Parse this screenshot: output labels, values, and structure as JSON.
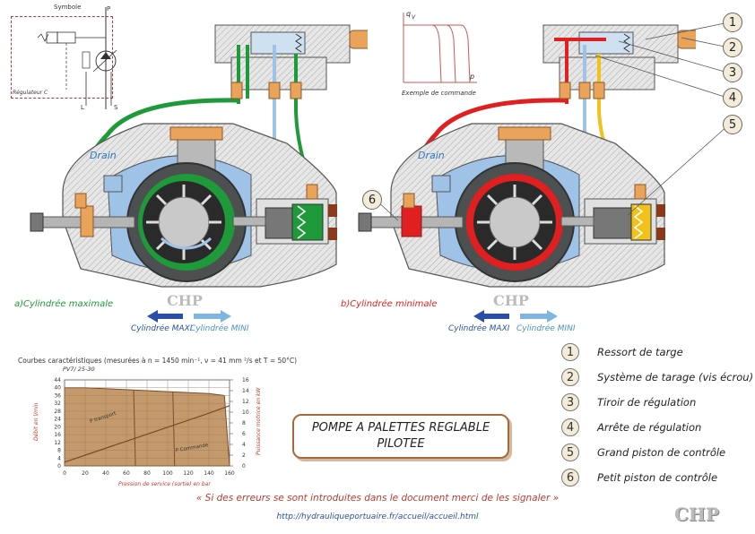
{
  "symbol": {
    "title": "Symbole",
    "regulator": "Régulateur C",
    "port_p": "P",
    "port_l": "L",
    "port_s": "S"
  },
  "command_example": {
    "caption": "Exemple de commande",
    "axis_y": "q",
    "axis_y_sub": "V",
    "axis_x": "p"
  },
  "pumps": {
    "drain_label": "Drain",
    "watermark": "CHP",
    "left_caption": "a)Cylindrée maximale",
    "right_caption": "b)Cylindrée minimale",
    "cyl_maxi": "Cylindrée MAXI",
    "cyl_mini": "Cylindrée MINI"
  },
  "colors": {
    "green": "#1f9a3a",
    "red": "#e02020",
    "yellow": "#f2c21a",
    "blue": "#9ec3e6",
    "brass": "#e9a35a",
    "arrow_dark": "#2a4fa6",
    "arrow_light": "#7fb6e0"
  },
  "curves": {
    "heading": "Courbes caractéristiques (mesurées à  n =  1450 min⁻¹, ν = 41 mm ²/s et  T = 50°C)",
    "model": "PV7/ 25-30",
    "ylabel_left": "Débit en l/min",
    "ylabel_right": "Puissance motrice en kW",
    "xlabel": "Pression de service (sortie) en bar",
    "label_flow": "P transport",
    "label_power": "P Commande",
    "x_ticks": [
      "0",
      "20",
      "40",
      "60",
      "80",
      "100",
      "120",
      "140",
      "160"
    ],
    "y_left_ticks": [
      "44",
      "40",
      "36",
      "32",
      "28",
      "24",
      "20",
      "16",
      "12",
      "8",
      "4",
      "0"
    ],
    "y_right_ticks": [
      "16",
      "14",
      "12",
      "10",
      "8",
      "6",
      "4",
      "2",
      "0"
    ]
  },
  "chart_data": {
    "type": "line",
    "xlabel": "Pression de service (sortie) en bar",
    "ylabel": "Débit en l/min",
    "xlim": [
      0,
      160
    ],
    "ylim": [
      0,
      44
    ],
    "y2lim": [
      0,
      16
    ],
    "series": [
      {
        "name": "P transport",
        "x": [
          0,
          20,
          60,
          100,
          140,
          155,
          160
        ],
        "y": [
          40,
          40,
          39,
          38,
          37,
          36,
          0
        ]
      },
      {
        "name": "P Commande",
        "axis": "right",
        "x": [
          0,
          20,
          60,
          100,
          140,
          160
        ],
        "y": [
          0.7,
          2.0,
          4.6,
          7.2,
          9.8,
          11.2
        ]
      }
    ],
    "extra_curves_drop_at_x": [
      67,
      105
    ]
  },
  "legend": [
    {
      "num": "1",
      "text": "Ressort de targe"
    },
    {
      "num": "2",
      "text": "Système de tarage (vis écrou)"
    },
    {
      "num": "3",
      "text": "Tiroir de régulation"
    },
    {
      "num": "4",
      "text": "Arrête de régulation"
    },
    {
      "num": "5",
      "text": "Grand piston de contrôle"
    },
    {
      "num": "6",
      "text": "Petit piston de contrôle"
    }
  ],
  "callouts": [
    "1",
    "2",
    "3",
    "4",
    "5",
    "6"
  ],
  "title": {
    "line1": "POMPE A PALETTES REGLABLE",
    "line2": "PILOTEE"
  },
  "footer": {
    "notice": "« Si des erreurs se sont introduites dans le document merci de les signaler »",
    "url": "http://hydrauliqueportuaire.fr/accueil/accueil.html",
    "logo": "CHP"
  }
}
